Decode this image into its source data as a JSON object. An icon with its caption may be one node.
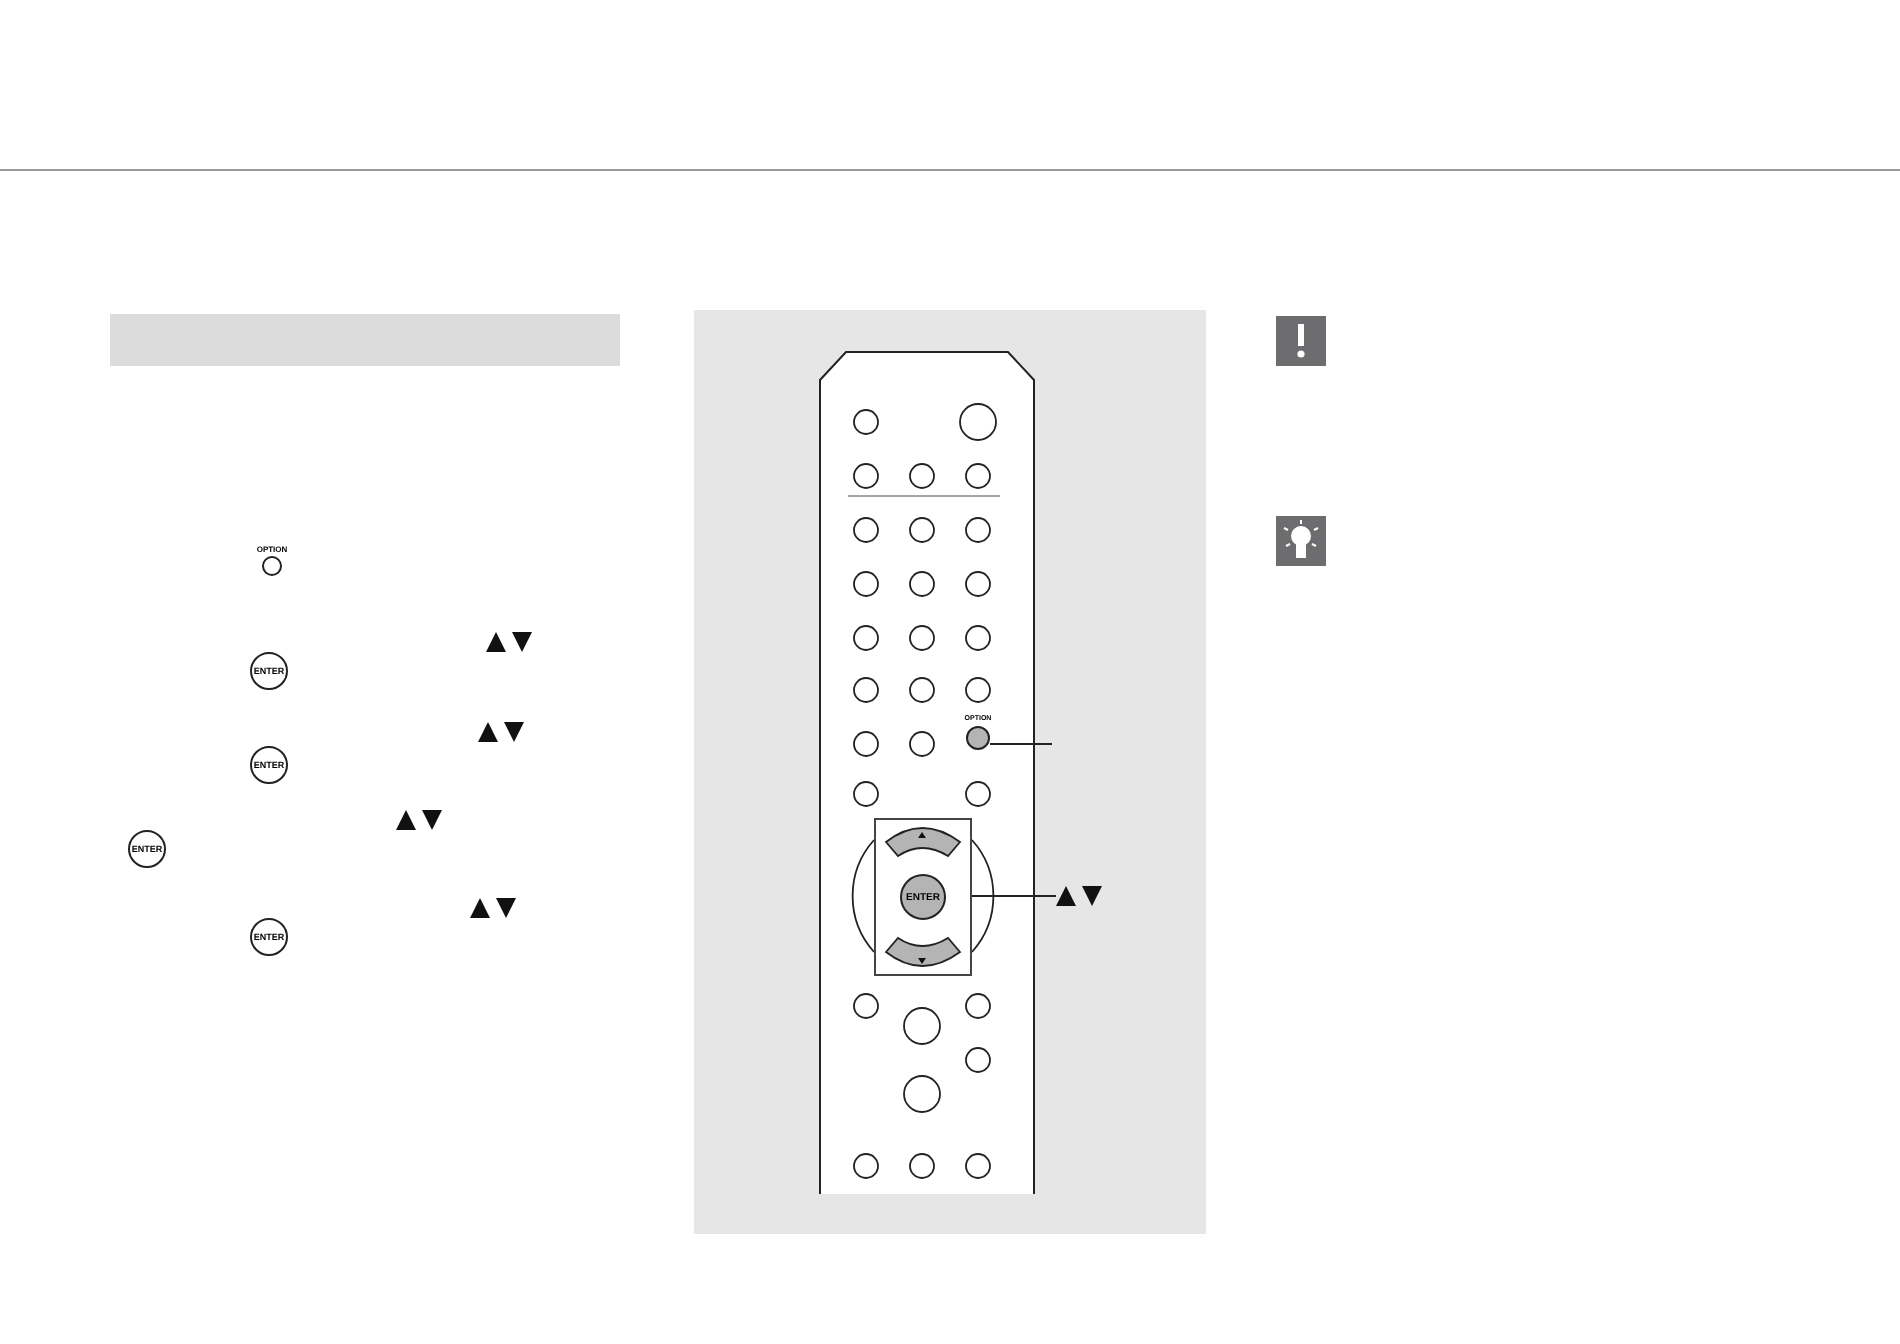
{
  "diagram": {
    "nodes": [
      {
        "text": [],
        "shape": "bar"
      },
      {
        "text": [
          "OPTION"
        ]
      },
      {
        "text": [
          "ENTER"
        ]
      },
      {
        "text": [],
        "shape": "triangle"
      }
    ],
    "edges": [
      {
        "from": null,
        "to": 1,
        "arrow": "none"
      },
      {
        "from": 3,
        "to": 2,
        "arrow": "none"
      }
    ],
    "labels": [
      "OPTION",
      "ENTER",
      "ENTER",
      "ENTER",
      "ENTER"
    ]
  }
}
